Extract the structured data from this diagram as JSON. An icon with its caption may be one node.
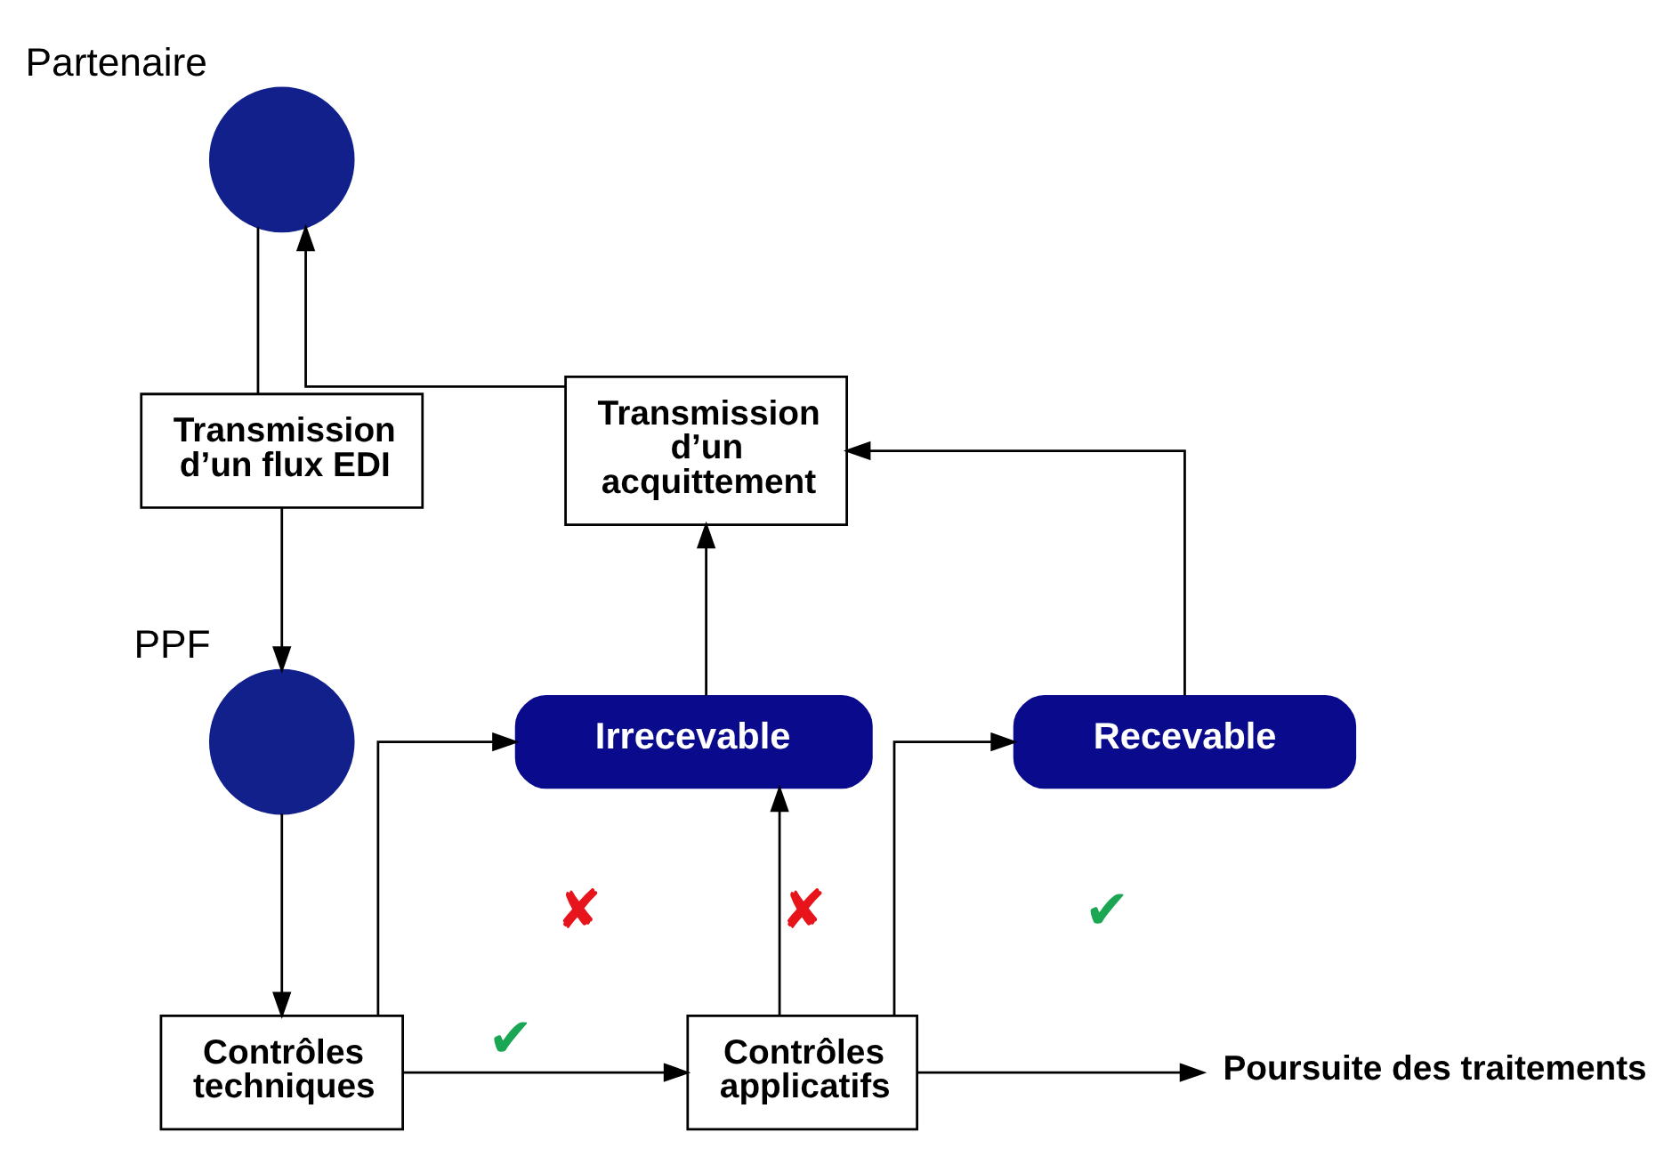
{
  "diagram": {
    "nodes": [
      {
        "text": [],
        "shape": "circle",
        "beside": [
          "Partenaire"
        ]
      },
      {
        "text": [
          "Transmission d’un flux EDI"
        ]
      },
      {
        "text": [],
        "shape": "circle",
        "beside": [
          "PPF"
        ]
      },
      {
        "text": [
          "Contrôles techniques"
        ]
      },
      {
        "text": [
          "Contrôles applicatifs"
        ]
      },
      {
        "text": [
          "Irrecevable"
        ]
      },
      {
        "text": [
          "Recevable"
        ]
      },
      {
        "text": [
          "Transmission d’un acquittement"
        ]
      },
      {
        "text": [
          "Poursuite des traitements"
        ]
      }
    ],
    "edges": [
      {
        "from": 0,
        "to": 1,
        "arrow": "none"
      },
      {
        "from": 1,
        "to": 2,
        "arrow": "to"
      },
      {
        "from": 2,
        "to": 3,
        "arrow": "to"
      },
      {
        "from": 3,
        "to": 5,
        "arrow": "to",
        "label": "✘"
      },
      {
        "from": 3,
        "to": 4,
        "arrow": "to",
        "label": "✔"
      },
      {
        "from": 4,
        "to": 5,
        "arrow": "to",
        "label": "✘"
      },
      {
        "from": 4,
        "to": 6,
        "arrow": "to",
        "label": "✔"
      },
      {
        "from": 4,
        "to": 8,
        "arrow": "to"
      },
      {
        "from": 5,
        "to": 7,
        "arrow": "to"
      },
      {
        "from": 6,
        "to": 7,
        "arrow": "to"
      },
      {
        "from": 7,
        "to": 0,
        "arrow": "to"
      }
    ]
  }
}
